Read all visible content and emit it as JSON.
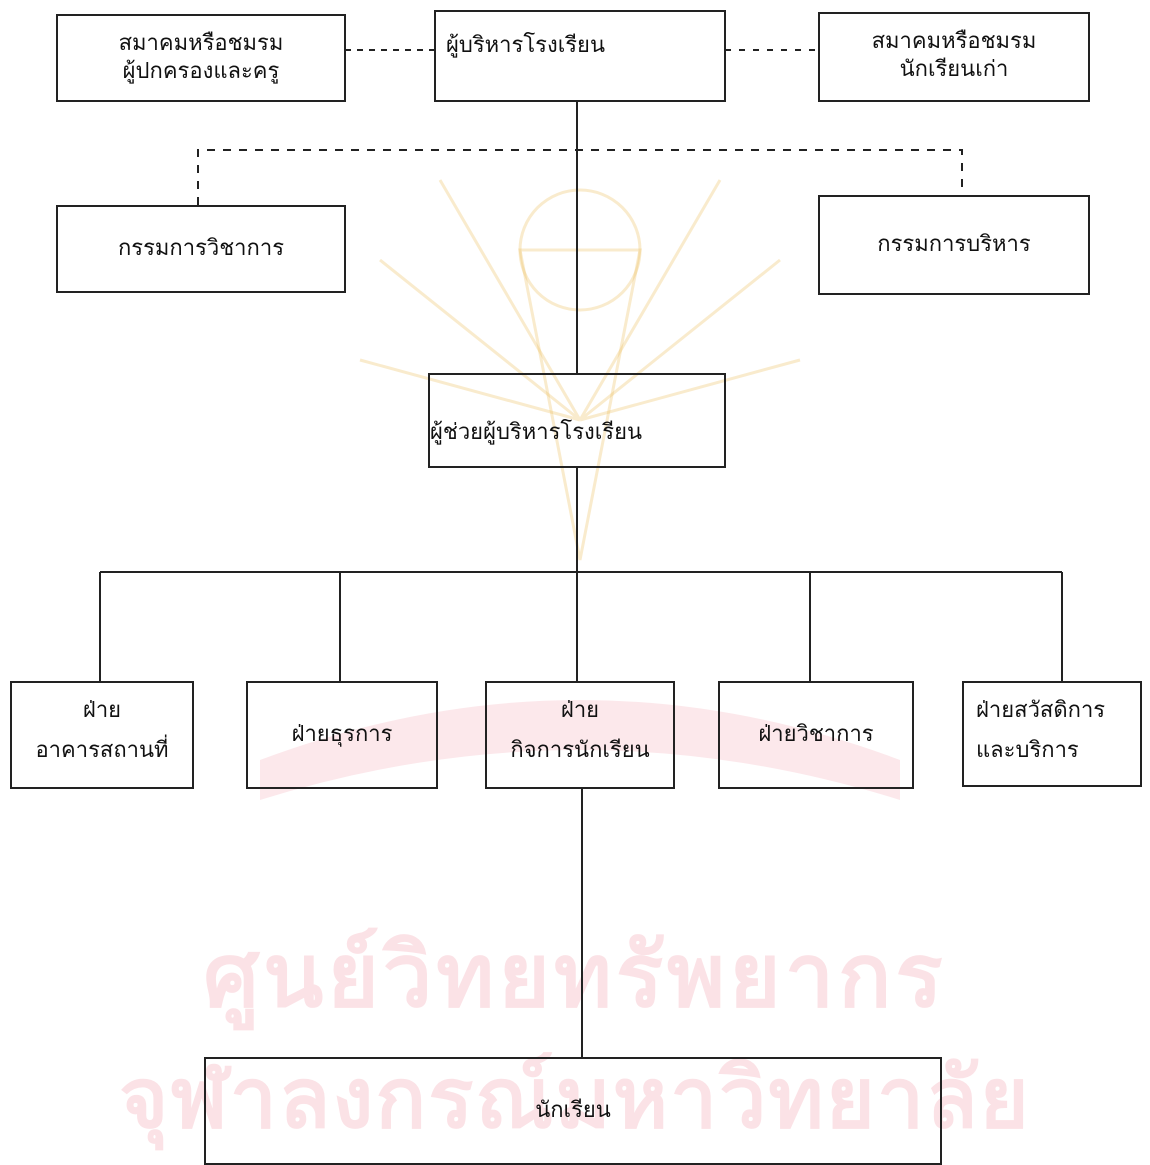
{
  "top": {
    "principal": "ผู้บริหารโรงเรียน",
    "parent_teacher_assoc": [
      "สมาคมหรือชมรม",
      "ผู้ปกครองและครู"
    ],
    "alumni_assoc": [
      "สมาคมหรือชมรม",
      "นักเรียนเก่า"
    ]
  },
  "committees": {
    "academic": "กรรมการวิชาการ",
    "administrative": "กรรมการบริหาร"
  },
  "assistant": "ผู้ช่วยผู้บริหารโรงเรียน",
  "divisions": {
    "buildings": [
      "ฝ่าย",
      "อาคารสถานที่"
    ],
    "clerical": "ฝ่ายธุรการ",
    "student_affairs": [
      "ฝ่าย",
      "กิจการนักเรียน"
    ],
    "academic": "ฝ่ายวิชาการ",
    "welfare": [
      "ฝ่ายสวัสดิการ",
      "และบริการ"
    ]
  },
  "students": "นักเรียน",
  "watermark": {
    "line1": "ศูนย์วิทยทรัพยากร",
    "line2": "จุฬาลงกรณ์มหาวิทยาลัย",
    "color": "#f096a5"
  }
}
